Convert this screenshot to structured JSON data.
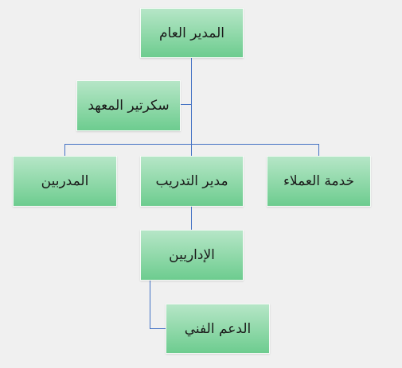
{
  "org_chart": {
    "general_manager": "المدير العام",
    "institute_secretary": "سكرتير المعهد",
    "customer_service": "خدمة العملاء",
    "training_manager": "مدير التدريب",
    "trainers": "المدربين",
    "administrators": "الإداريين",
    "technical_support": "الدعم الفني"
  },
  "colors": {
    "box_fill_top": "#b6e6c7",
    "box_fill_bottom": "#6dcc8f",
    "connector": "#4472c4",
    "background": "#f0f0f0"
  }
}
